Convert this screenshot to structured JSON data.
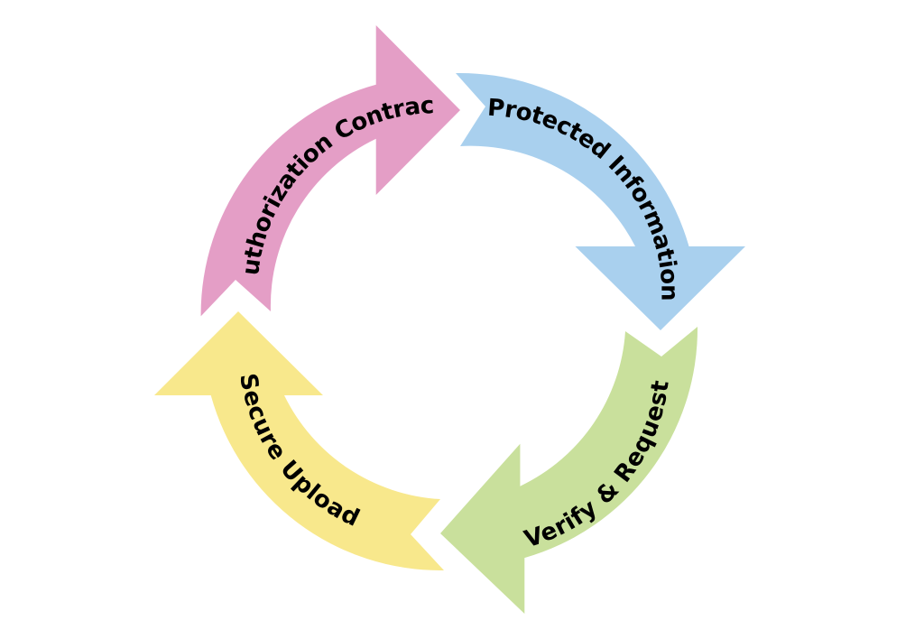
{
  "diagram": {
    "type": "cycle",
    "steps": [
      {
        "id": "authorization",
        "label": "Authorization Contract",
        "color": "#E49EC6"
      },
      {
        "id": "protected",
        "label": "Protected Information",
        "color": "#A9D0EE"
      },
      {
        "id": "verify",
        "label": "Verify & Request",
        "color": "#C9E09C"
      },
      {
        "id": "upload",
        "label": "Secure Upload",
        "color": "#F8E88C"
      }
    ]
  }
}
